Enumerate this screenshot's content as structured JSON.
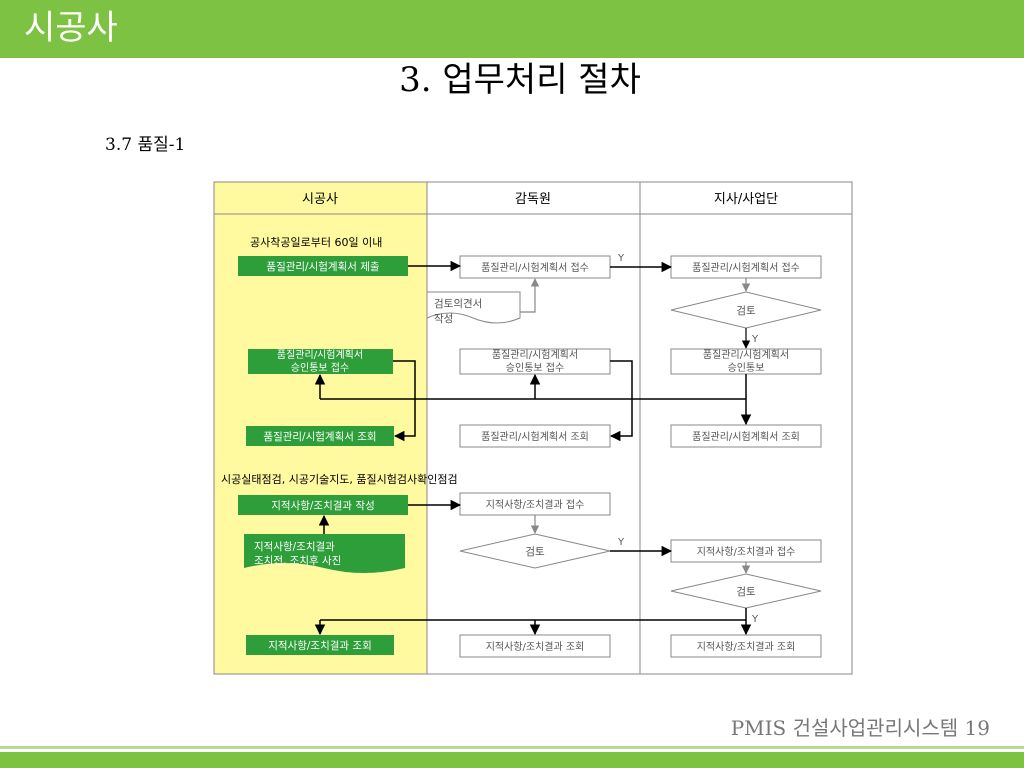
{
  "header": {
    "title": "시공사"
  },
  "slide": {
    "title": "3. 업무처리 절차",
    "section": "3.7 품질-1"
  },
  "lanes": [
    "시공사",
    "감독원",
    "지사/사업단"
  ],
  "notes": {
    "deadline": "공사착공일로부터 60일 이내",
    "inspection": "시공실태점검, 시공기술지도, 품질시험검사확인점검"
  },
  "nodes": {
    "c_submit": "품질관리/시험계획서 제출",
    "c_approval_recv": [
      "품질관리/시험계획서",
      "승인통보 접수"
    ],
    "c_view": "품질관리/시험계획서 조회",
    "c_write": "지적사항/조치결과 작성",
    "c_photo": [
      "지적사항/조치결과",
      "조치전, 조치후 사진"
    ],
    "c_result_view": "지적사항/조치결과 조회",
    "s_receive": "품질관리/시험계획서 접수",
    "s_opinion": [
      "검토의견서",
      "작성"
    ],
    "s_approval_recv": [
      "품질관리/시험계획서",
      "승인통보 접수"
    ],
    "s_view": "품질관리/시험계획서 조회",
    "s_result_recv": "지적사항/조치결과 접수",
    "s_review": "검토",
    "s_result_view": "지적사항/조치결과 조회",
    "h_receive": "품질관리/시험계획서 접수",
    "h_review": "검토",
    "h_approval": [
      "품질관리/시험계획서",
      "승인통보"
    ],
    "h_view": "품질관리/시험계획서 조회",
    "h_result_recv": "지적사항/조치결과 접수",
    "h_review2": "검토",
    "h_result_view": "지적사항/조치결과 조회"
  },
  "labels": {
    "yes": "Y"
  },
  "footer": {
    "text": "PMIS 건설사업관리시스템 19"
  },
  "colors": {
    "green_bar": "#7dc242",
    "lane_yellow": "#fffaa0",
    "process_green": "#2e9e3a"
  }
}
